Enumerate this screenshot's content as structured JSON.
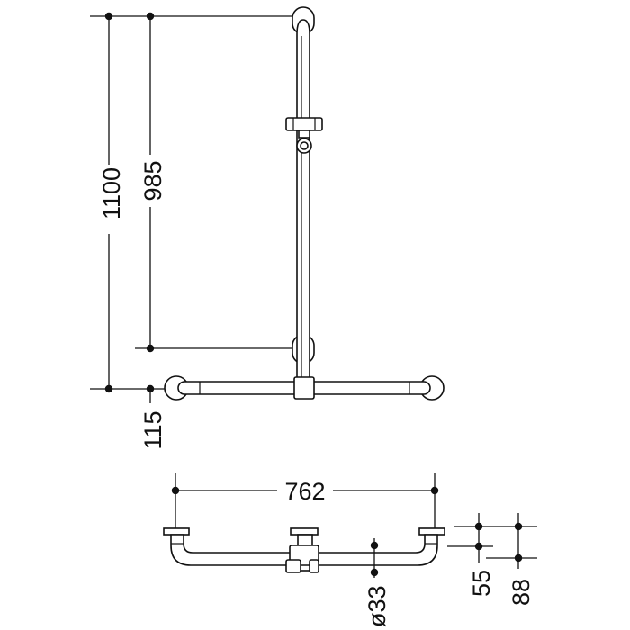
{
  "dimensions": {
    "total_height": "1100",
    "rail_height": "985",
    "bar_offset": "115",
    "width": "762",
    "tube_diameter": "ø33",
    "wall_projection_small": "55",
    "wall_projection_large": "88"
  },
  "colors": {
    "ink": "#111111",
    "background": "#ffffff"
  }
}
